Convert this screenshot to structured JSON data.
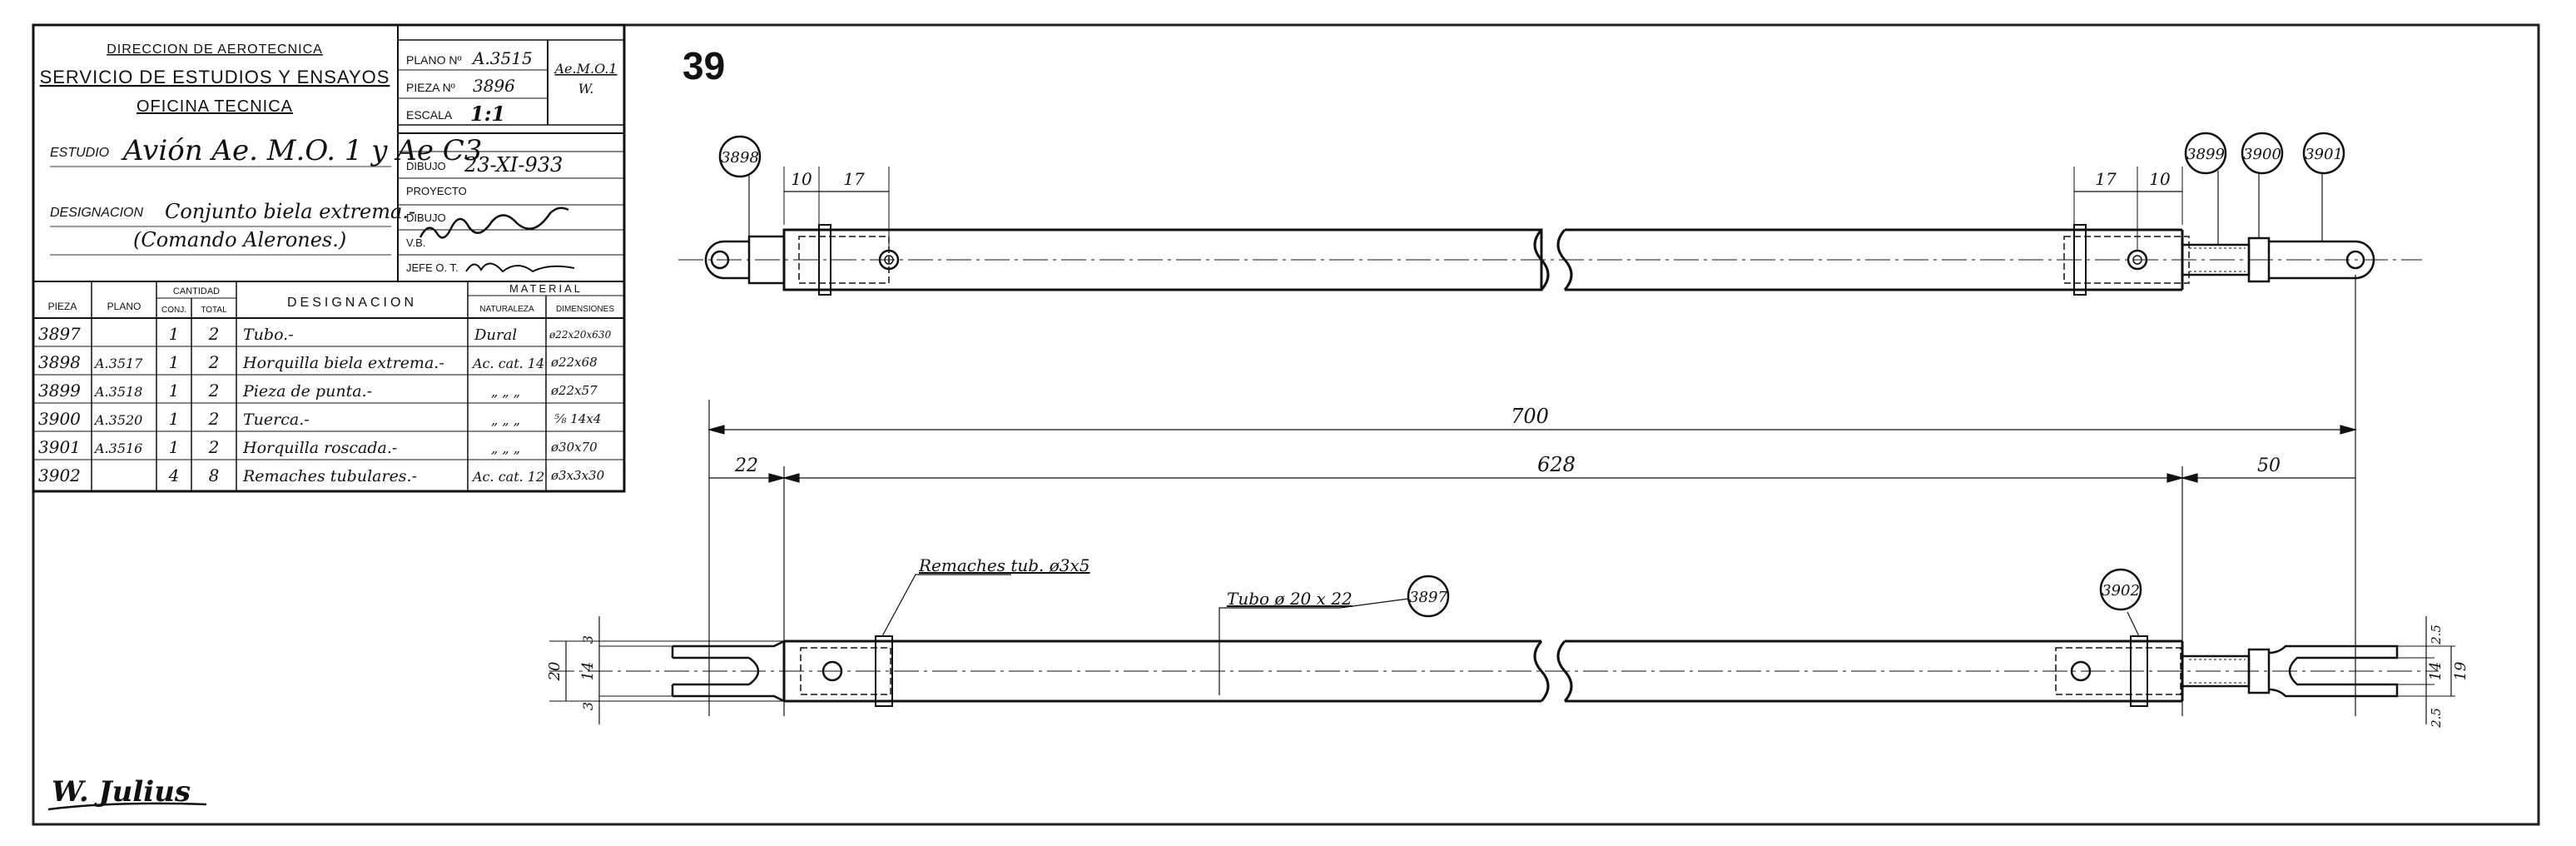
{
  "sheet_number": "39",
  "title_block": {
    "direction": "DIRECCION DE AEROTECNICA",
    "service": "SERVICIO DE ESTUDIOS Y ENSAYOS",
    "office": "OFICINA TECNICA",
    "estudio_label": "ESTUDIO",
    "estudio_value": "Avión Ae. M.O. 1 y Ae C3",
    "designacion_label": "DESIGNACION",
    "designacion_value_1": "Conjunto biela extrema.-",
    "designacion_value_2": "(Comando Alerones.)",
    "plano_label": "PLANO Nº",
    "plano_value": "A.3515",
    "pieza_label": "PIEZA Nº",
    "pieza_value": "3896",
    "escala_label": "ESCALA",
    "escala_value": "1:1",
    "model_ref_1": "Ae.M.O.1",
    "model_ref_2": "W.",
    "dibujo_label": "DIBUJO",
    "date_value": "23-XI-933",
    "proyecto_label": "PROYECTO",
    "dibujo2_label": "DIBUJO",
    "vb_label": "V.B.",
    "jefe_label": "JEFE O. T."
  },
  "parts_table": {
    "headers": {
      "pieza": "PIEZA",
      "plano": "PLANO",
      "cantidad": "CANTIDAD",
      "conj": "CONJ.",
      "total": "TOTAL",
      "designacion": "DESIGNACION",
      "material": "MATERIAL",
      "naturaleza": "NATURALEZA",
      "dimensiones": "DIMENSIONES"
    },
    "rows": [
      {
        "pieza": "3897",
        "plano": "",
        "conj": "1",
        "total": "2",
        "designacion": "Tubo.-",
        "naturaleza": "Dural",
        "dimensiones": "ø22x20x630"
      },
      {
        "pieza": "3898",
        "plano": "A.3517",
        "conj": "1",
        "total": "2",
        "designacion": "Horquilla biela extrema.-",
        "naturaleza": "Ac. cat. 14",
        "dimensiones": "ø22x68"
      },
      {
        "pieza": "3899",
        "plano": "A.3518",
        "conj": "1",
        "total": "2",
        "designacion": "Pieza de punta.-",
        "naturaleza": "„ „ „",
        "dimensiones": "ø22x57"
      },
      {
        "pieza": "3900",
        "plano": "A.3520",
        "conj": "1",
        "total": "2",
        "designacion": "Tuerca.-",
        "naturaleza": "„ „ „",
        "dimensiones": "⅝ 14x4"
      },
      {
        "pieza": "3901",
        "plano": "A.3516",
        "conj": "1",
        "total": "2",
        "designacion": "Horquilla roscada.-",
        "naturaleza": "„ „ „",
        "dimensiones": "ø30x70"
      },
      {
        "pieza": "3902",
        "plano": "",
        "conj": "4",
        "total": "8",
        "designacion": "Remaches tubulares.-",
        "naturaleza": "Ac. cat. 12",
        "dimensiones": "ø3x3x30"
      }
    ]
  },
  "drawing": {
    "balloons_top": [
      "3898",
      "3899",
      "3900",
      "3901"
    ],
    "balloon_tube": "3897",
    "balloon_rivet": "3902",
    "dims_top": [
      "10",
      "17",
      "17",
      "10"
    ],
    "dim_overall": "700",
    "dim_left": "22",
    "dim_mid": "628",
    "dim_right": "50",
    "note_rivets": "Remaches tub. ø3x5",
    "note_tube": "Tubo ø 20 x 22",
    "dims_left_vert": [
      "20",
      "3",
      "14",
      "3"
    ],
    "dims_right_vert": [
      "19",
      "2.5",
      "14",
      "2.5"
    ],
    "signature": "W. Julius"
  }
}
